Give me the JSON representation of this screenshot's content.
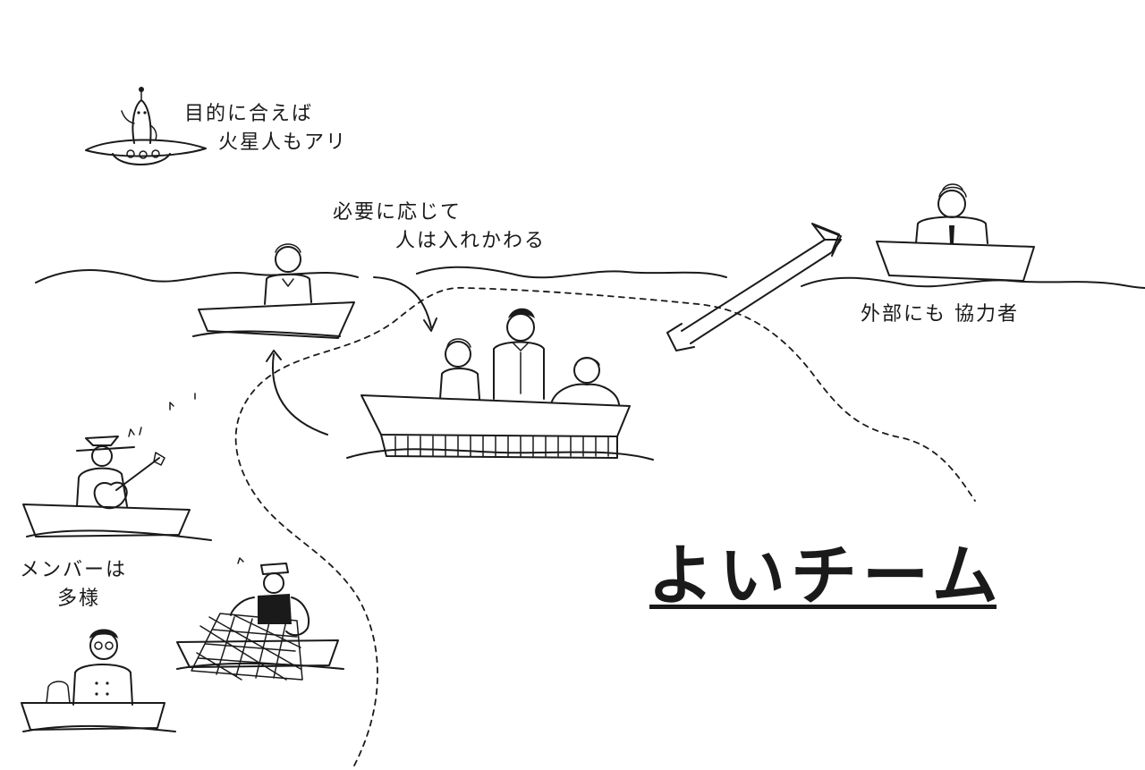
{
  "title": "よいチーム",
  "notes": {
    "alien": [
      "目的に合えば",
      "火星人もアリ"
    ],
    "rotation": [
      "必要に応じて",
      "人は入れかわる"
    ],
    "outside": [
      "外部にも 協力者"
    ],
    "members": [
      "メンバーは",
      "多様"
    ]
  },
  "colors": {
    "ink": "#1a1a1a",
    "paper": "#ffffff"
  }
}
